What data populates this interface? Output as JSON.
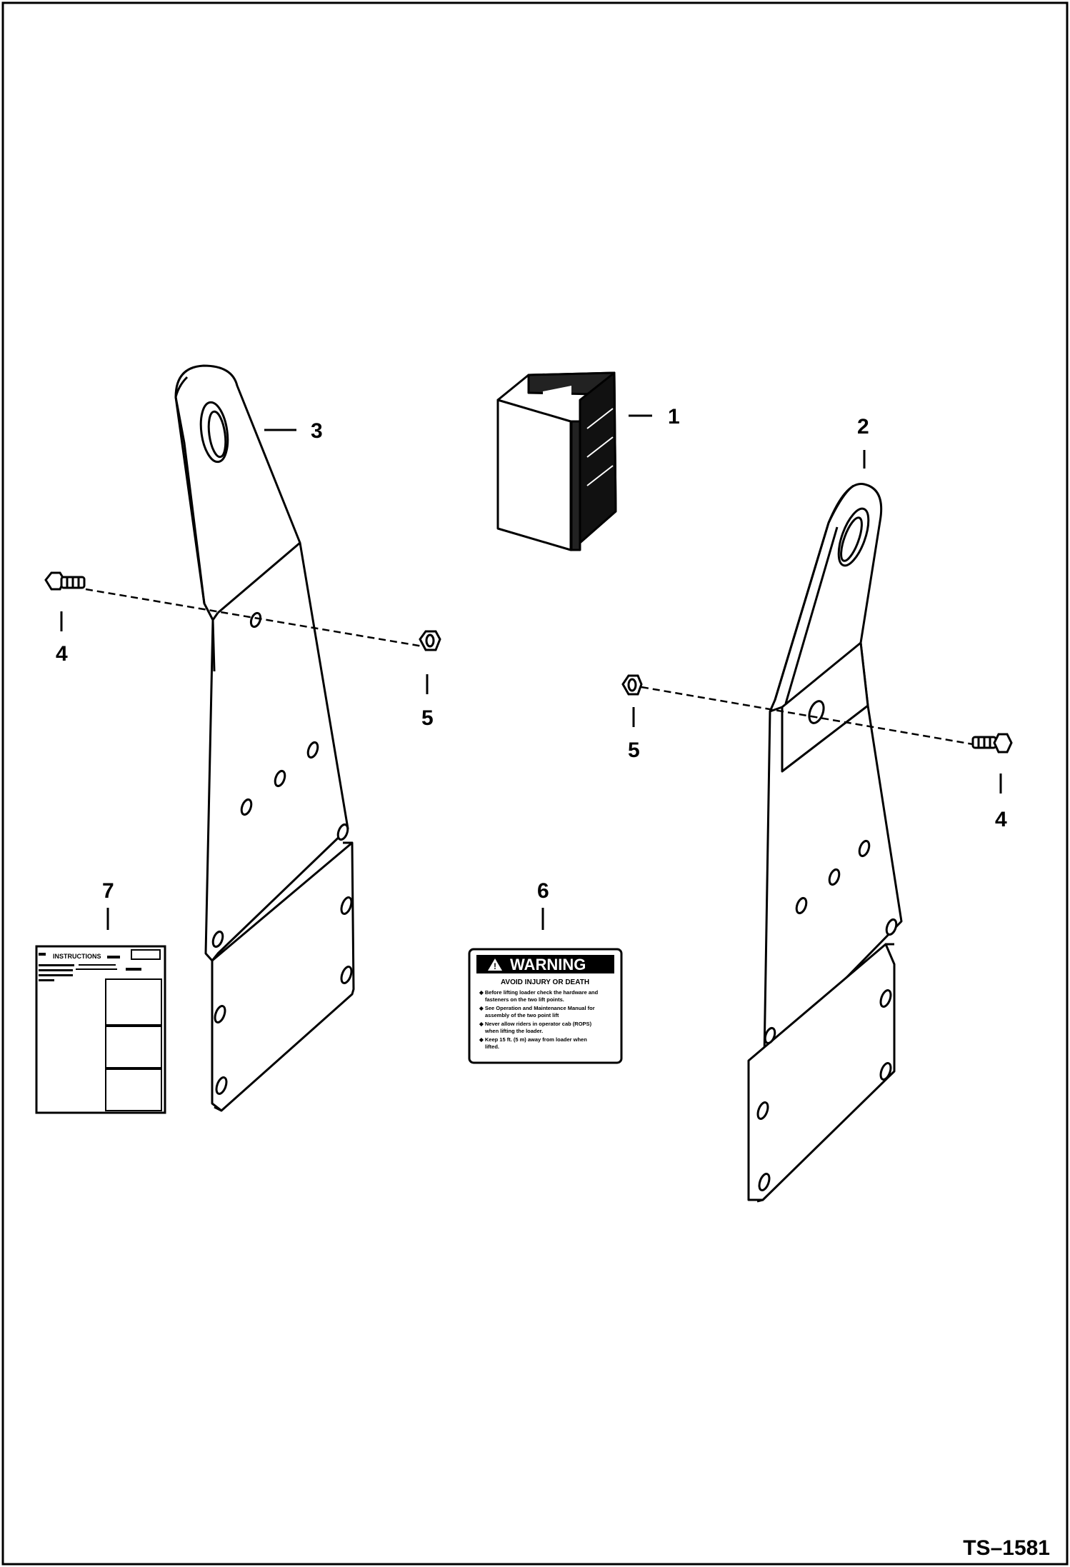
{
  "figure_id": "TS–1581",
  "callouts": {
    "c1": "1",
    "c2": "2",
    "c3": "3",
    "c4_left": "4",
    "c4_right": "4",
    "c5_left": "5",
    "c5_right": "5",
    "c6": "6",
    "c7": "7"
  },
  "warning_decal": {
    "title": "WARNING",
    "subtitle": "AVOID INJURY OR DEATH",
    "lines": [
      "◆ Before lifting loader check the hardware and",
      "fasteners on the two lift points.",
      "◆ See Operation and Maintenance Manual for",
      "assembly of the two point lift",
      "◆ Never allow riders in operator cab (ROPS)",
      "when lifting the loader.",
      "◆ Keep 15 ft. (5 m) away from loader when",
      "lifted."
    ]
  },
  "instruction_sheet": {
    "heading": "INSTRUCTIONS"
  },
  "colors": {
    "line": "#000000",
    "background": "#ffffff"
  }
}
